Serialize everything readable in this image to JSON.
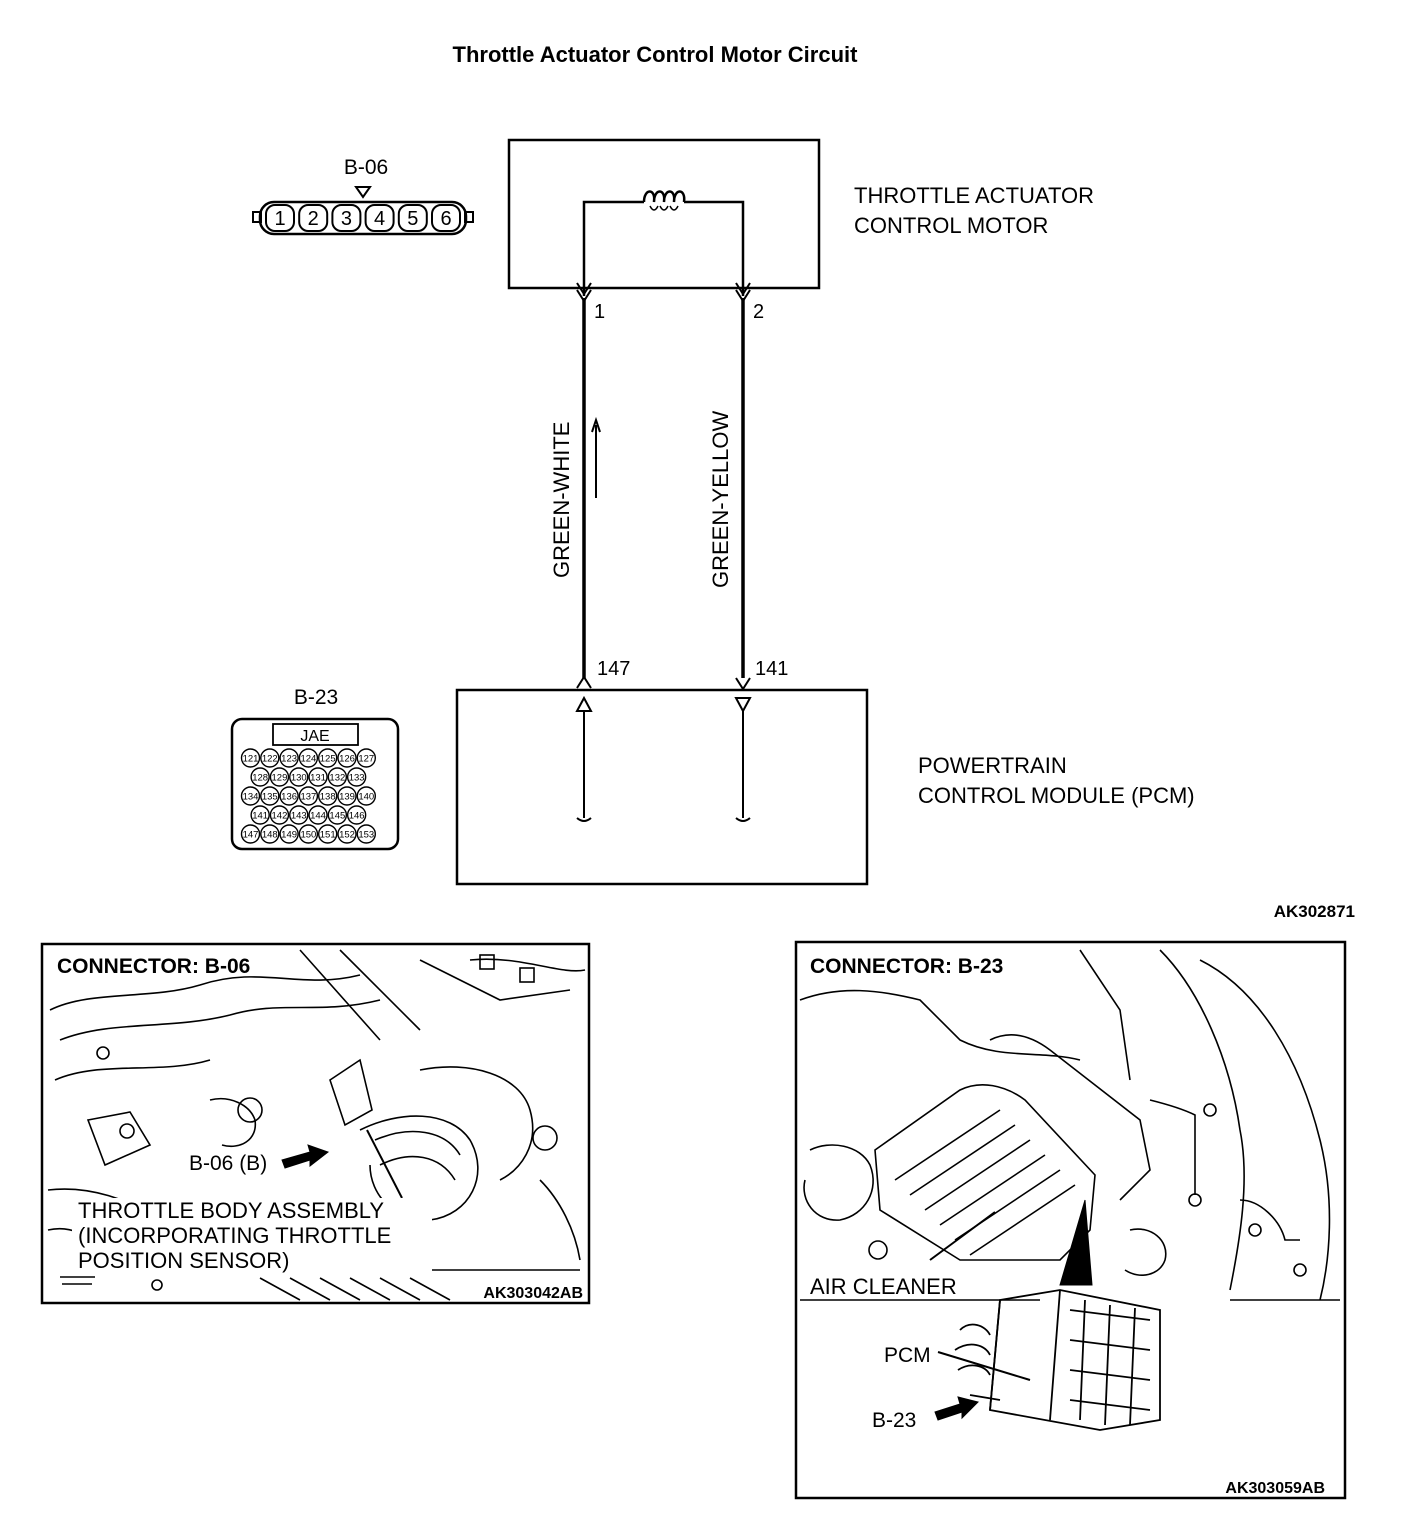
{
  "title": "Throttle Actuator Control Motor Circuit",
  "figure_id": "AK302871",
  "motor": {
    "label_line1": "THROTTLE ACTUATOR",
    "label_line2": "CONTROL MOTOR",
    "pin1": "1",
    "pin2": "2"
  },
  "pcm": {
    "label_line1": "POWERTRAIN",
    "label_line2": "CONTROL MODULE (PCM)",
    "pin_left": "147",
    "pin_right": "141"
  },
  "wires": {
    "left_color": "GREEN-WHITE",
    "right_color": "GREEN-YELLOW"
  },
  "connector_b06": {
    "name": "B-06",
    "pins": [
      "1",
      "2",
      "3",
      "4",
      "5",
      "6"
    ]
  },
  "connector_b23": {
    "name": "B-23",
    "maker": "JAE",
    "rows": [
      [
        "121",
        "122",
        "123",
        "124",
        "125",
        "126",
        "127"
      ],
      [
        "128",
        "129",
        "130",
        "131",
        "132",
        "133"
      ],
      [
        "134",
        "135",
        "136",
        "137",
        "138",
        "139",
        "140"
      ],
      [
        "141",
        "142",
        "143",
        "144",
        "145",
        "146"
      ],
      [
        "147",
        "148",
        "149",
        "150",
        "151",
        "152",
        "153"
      ]
    ]
  },
  "panel_left": {
    "header": "CONNECTOR: B-06",
    "callout": "B-06 (B)",
    "caption_line1": "THROTTLE BODY ASSEMBLY",
    "caption_line2": "(INCORPORATING THROTTLE",
    "caption_line3": "POSITION SENSOR)",
    "figure_id": "AK303042AB"
  },
  "panel_right": {
    "header": "CONNECTOR: B-23",
    "label_pcm": "PCM",
    "label_air_cleaner": "AIR CLEANER",
    "label_connector": "B-23",
    "figure_id": "AK303059AB"
  }
}
